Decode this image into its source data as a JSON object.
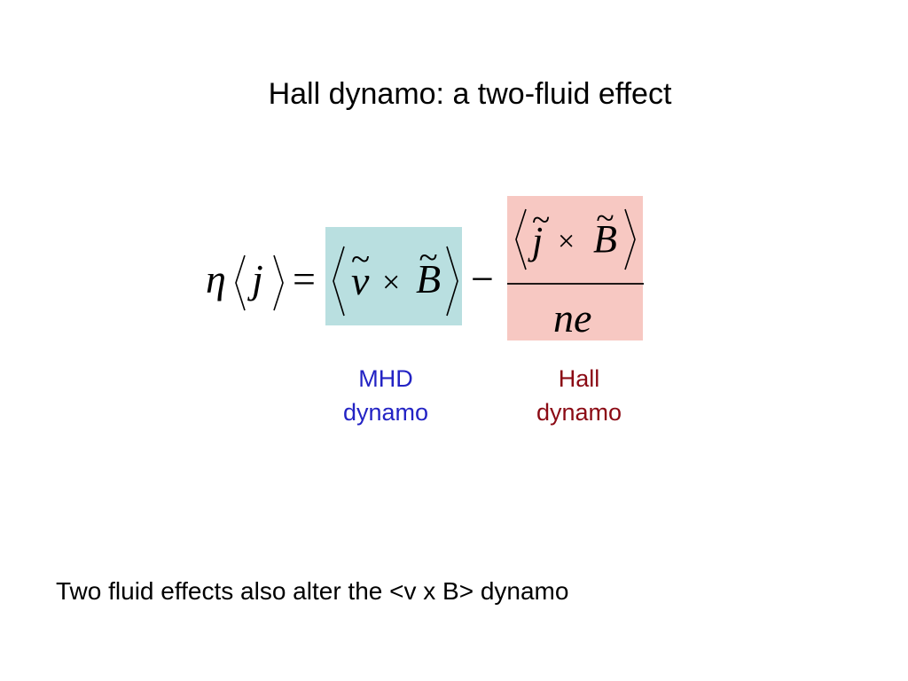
{
  "slide": {
    "title": "Hall dynamo: a two-fluid effect",
    "footer": "Two fluid effects also alter the <v x B> dynamo"
  },
  "equation": {
    "lhs_coefficient": "η",
    "lhs_current": "j",
    "equals": "=",
    "mhd_term": {
      "velocity": "v",
      "tilde": "~",
      "cross": "×",
      "field": "B",
      "box_color": "#b9dfe0"
    },
    "minus": "−",
    "hall_term": {
      "current": "j",
      "tilde": "~",
      "cross": "×",
      "field": "B",
      "denominator": "ne",
      "box_color": "#f7c8c2"
    }
  },
  "labels": {
    "mhd": {
      "line1": "MHD",
      "line2": "dynamo",
      "color": "#2323c4"
    },
    "hall": {
      "line1": "Hall",
      "line2": "dynamo",
      "color": "#8b0a14"
    }
  }
}
